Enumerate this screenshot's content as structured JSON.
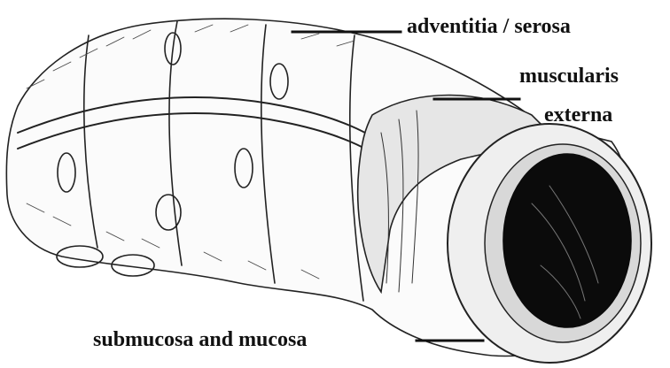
{
  "diagram": {
    "labels": {
      "adventitia_serosa": "adventitia / serosa",
      "muscularis_line1": "muscularis",
      "muscularis_line2": "externa",
      "submucosa_mucosa": "submucosa and mucosa"
    },
    "colors": {
      "ink": "#111111",
      "paper": "#ffffff",
      "lumen": "#0b0b0b"
    }
  }
}
